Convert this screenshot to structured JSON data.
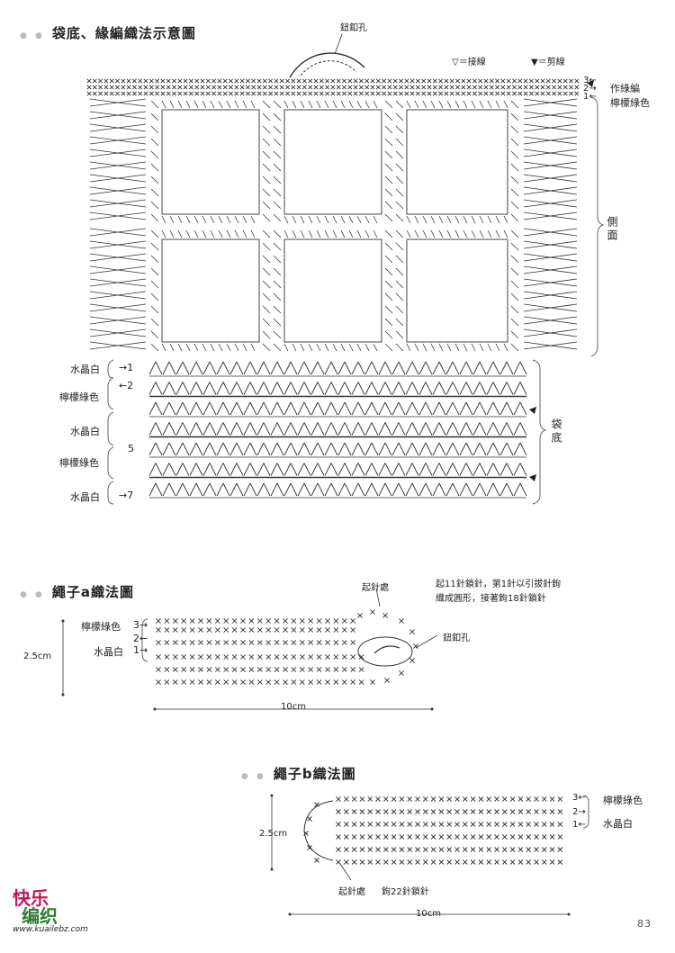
{
  "section1": {
    "title": "袋底、緣編織法示意圖",
    "buttonhole_label": "鈕釦孔",
    "legend_join": "▽＝接線",
    "legend_cut": "▼＝剪線",
    "edge_rows": [
      "3←",
      "2→",
      "1←"
    ],
    "edge_label_top": "作綠編",
    "edge_label_bottom": "檸檬綠色",
    "side_label": "側面",
    "bottom_label": "袋底",
    "bottom_rows": [
      {
        "color": "水晶白",
        "marker": "→1"
      },
      {
        "color": "檸檬綠色",
        "marker": "←2"
      },
      {
        "color": "水晶白",
        "marker": ""
      },
      {
        "color": "檸檬綠色",
        "marker": "5"
      },
      {
        "color": "水晶白",
        "marker": "→7"
      }
    ]
  },
  "section2": {
    "title": "繩子a織法圖",
    "start_label": "起針處",
    "instruction_line1": "起11針鎖針，第1針以引拔針鉤",
    "instruction_line2": "織成圓形，接著鉤18針鎖針",
    "buttonhole_label": "鈕釦孔",
    "row_labels": [
      {
        "color": "檸檬綠色",
        "marker": "3→"
      },
      {
        "color": "",
        "marker": "2←"
      },
      {
        "color": "水晶白",
        "marker": "1→"
      }
    ],
    "height_label": "2.5cm",
    "width_label": "10cm"
  },
  "section3": {
    "title": "繩子b織法圖",
    "row_labels": [
      {
        "color": "檸檬綠色",
        "marker": "3←"
      },
      {
        "color": "",
        "marker": "2→"
      },
      {
        "color": "水晶白",
        "marker": "1←"
      }
    ],
    "height_label": "2.5cm",
    "start_label": "起針處",
    "chain_label": "鉤22針鎖針",
    "width_label": "10cm"
  },
  "footer": {
    "page_number": "83",
    "logo_line1": "快乐",
    "logo_line2": "编织",
    "site": "www.kuailebz.com"
  }
}
